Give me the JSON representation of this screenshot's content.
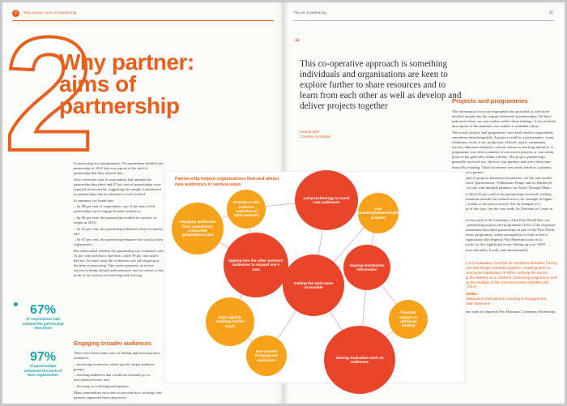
{
  "left_page": {
    "page_number": "2",
    "header": "Why partner: aims of partnership",
    "big_numeral": "2",
    "title": "Why partner: aims of partnership",
    "intro": [
      "In answering our questionnaire, 94 respondents detailed one partnership in 2014 that was typical of the kind of partnership that they entered into.",
      "Sixty-seven per cent of respondents had initiated the partnership described and 97 per cent of partnerships were reported as successful, suggesting the sample is predicated on partnerships that are deemed to have worked.",
      "In summary we found that:",
      "– for 88 per cent of respondents, one of the aims of the partnership was to engage broader audiences;",
      "– for 84 per cent, the partnership resulted in a project or output in 2014;",
      "– for 83 per cent, the partnership enhanced value for money; and",
      "– for 97 per cent, the partnership enhanced the work of their organisation.",
      "But when asked whether the partnership was evaluated, only 52 per cent said that it had been, while 38 per cent said it had not. In some cases the evaluation was still ongoing at the time of answering. This raises questions as to how success is being defined and measured, and we return to this point in the section on reviewing and revising."
    ],
    "subheading": "Engaging broader audiences",
    "audiences_text": [
      "There were three main ways of finding and attracting new audiences:",
      "– increasing awareness within specific target audience groups,",
      "– reaching audiences that would not normally go to arts/cultural events; and",
      "– focusing on widening participation.",
      "Many respondents were able to describe how working with partners supported these objectives:"
    ],
    "stats": [
      {
        "value": "67%",
        "label": "of respondents had initiated the partnership described"
      },
      {
        "value": "97%",
        "label": "of partnerships enhanced the work of their organisation"
      }
    ]
  },
  "diagram": {
    "title": "Partnership helped organisations find and attract new audiences in various ways",
    "nodes": [
      {
        "id": "n1",
        "label": "engaging audiences from a previously untouched geographical area"
      },
      {
        "id": "n2",
        "label": "drawing on the audience expertise of other partners"
      },
      {
        "id": "n3",
        "label": "using technology to reach new audiences"
      },
      {
        "id": "n4",
        "label": "new marketing/advertising/PR projects"
      },
      {
        "id": "n5",
        "label": "tapping into the other partners' audiences to expand one's own"
      },
      {
        "id": "n6",
        "label": "making the work more accessible"
      },
      {
        "id": "n7",
        "label": "sharing distribution information"
      },
      {
        "id": "n8",
        "label": "joint capacity enabling further reach"
      },
      {
        "id": "n9",
        "label": "financial support or additional funding"
      },
      {
        "id": "n10",
        "label": "new content bringing new audiences"
      },
      {
        "id": "n11",
        "label": "sharing evaluation work on audiences"
      }
    ]
  },
  "right_page": {
    "page_number": "11",
    "header": "The art of partnering",
    "quote": "This co-operative approach is something individuals and organisations are keen to explore further to share resources and to learn from each other as well as develop and deliver projects together",
    "quote_author": "Leonie Bell",
    "quote_org": "Creative Scotland",
    "subheading": "Projects and programmes",
    "paragraphs": [
      "The information from our respondents has provided us with more detailed insight into the outputs delivered in partnerships. We have indicated where our case studies reflect these findings. A list and brief description of the snapshot case studies is available online.",
      "The words 'project' and 'programme' were both used by respondents, sometimes interchangeably. A project could be a performance, event, exhibition, work of art, production, festival, report, community activity, education initiative, schools liaison or teaching initiative. A programme was often a number of successive projects or concurrent projects but generally within a theme. The project partnerships generally involved two, three or four partners and were often time-limited by funding. Value for money was rarely stated as a primary motivation to partner.",
      "For examples of projects between two partners, see the case studies for Folkestone Quarterhouse / Folkestone Fringe and for Hardwick Hall, and for one with multiple partners, see Teach Through Music.",
      "About one third (35 per cent) of the partnerships involved working with organisations outside the cultural sector, for example in higher education, health or the prison service. For an example of a partnership of this type, see the case study for Freedom to Create in Scotland.",
      "National events such as the Centenary of the First World War can galvanise partnership projects and programmes. Five of the responses to our questionnaire described partnerships as part of the First World War Centenary programme, which prompted us to look at how a national organisation like Imperial War Museums took on its leadership role for this significant event, linking up over 3,000 organisations nationally, locally and internationally."
    ],
    "quote2": "Based on our evaluation, benefits for members included: having a focal point that brings networks together; enabling them to team up and avoid duplication of effort; unifying the sector; facilitating the delivery of a coherent Centenary programme and enhancing the visibility of the commemoration (Market Link Insights, 2014).",
    "quote2_author": "Gina Koutsika",
    "quote2_org": "Head of National & International Learning & Engagement, Imperial War Museums",
    "footer_text": "See the case study for Imperial War Museums' Centenary Partnership."
  },
  "colors": {
    "accent": "#e8601c",
    "red_node": "#e8452b",
    "orange_node": "#f7a21b",
    "teal": "#19a4a8"
  }
}
